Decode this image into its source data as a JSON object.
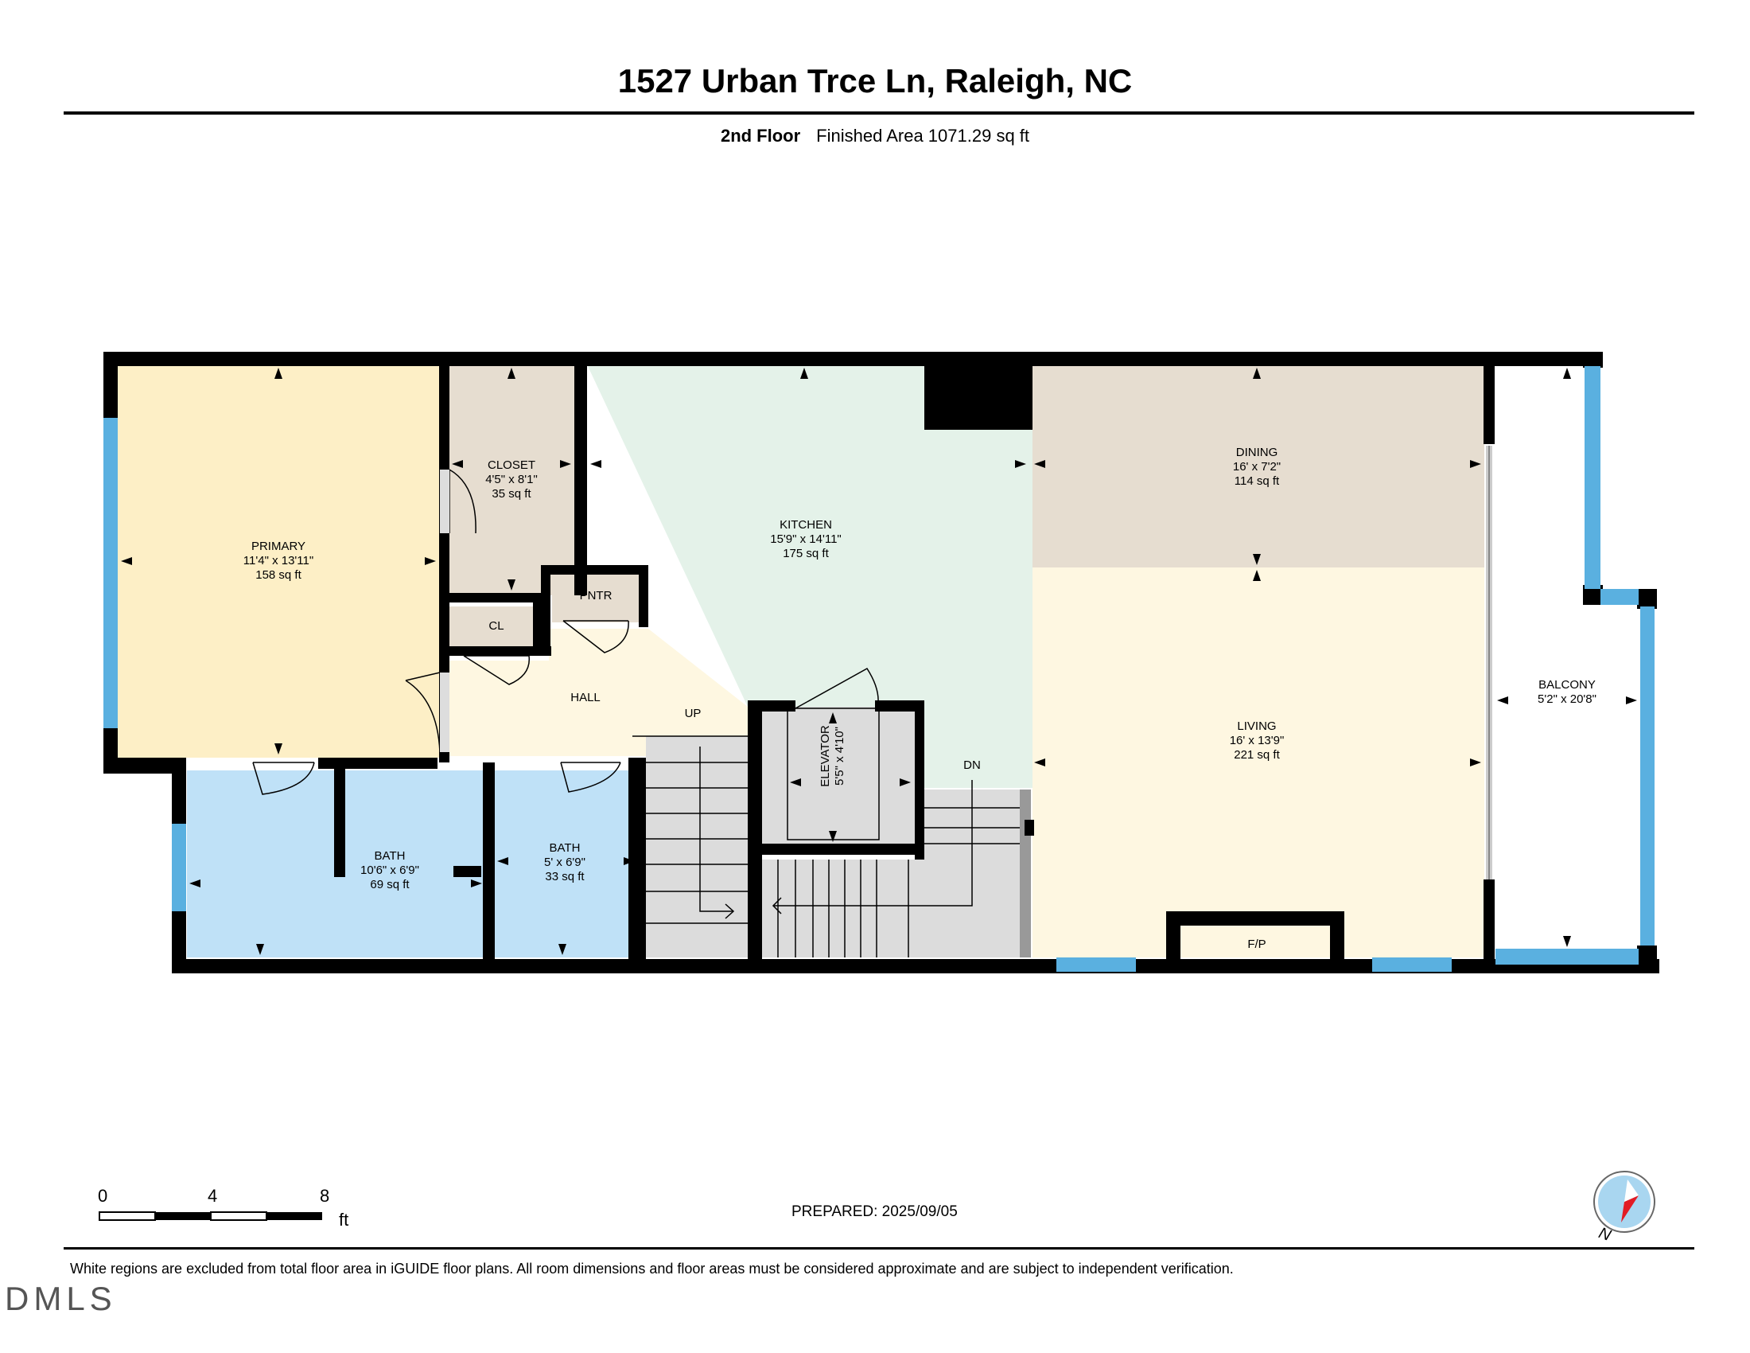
{
  "header": {
    "address": "1527 Urban Trce Ln, Raleigh, NC",
    "floor": "2nd Floor",
    "finished_area": "Finished Area 1071.29 sq ft"
  },
  "rooms": {
    "primary": {
      "name": "PRIMARY",
      "dims": "11'4\" x 13'11\"",
      "area": "158 sq ft"
    },
    "closet": {
      "name": "CLOSET",
      "dims": "4'5\" x 8'1\"",
      "area": "35 sq ft"
    },
    "kitchen": {
      "name": "KITCHEN",
      "dims": "15'9\" x 14'11\"",
      "area": "175 sq ft"
    },
    "dining": {
      "name": "DINING",
      "dims": "16' x 7'2\"",
      "area": "114 sq ft"
    },
    "living": {
      "name": "LIVING",
      "dims": "16' x 13'9\"",
      "area": "221 sq ft"
    },
    "balcony": {
      "name": "BALCONY",
      "dims": "5'2\" x 20'8\""
    },
    "bath1": {
      "name": "BATH",
      "dims": "10'6\" x 6'9\"",
      "area": "69 sq ft"
    },
    "bath2": {
      "name": "BATH",
      "dims": "5' x 6'9\"",
      "area": "33 sq ft"
    },
    "elevator": {
      "name": "ELEVATOR",
      "dims": "5'5\" x 4'10\""
    },
    "pantry": {
      "name": "PNTR"
    },
    "cl": {
      "name": "CL"
    },
    "hall": {
      "name": "HALL"
    },
    "fireplace": {
      "name": "F/P"
    }
  },
  "stairs": {
    "up": "UP",
    "down": "DN"
  },
  "scale_bar": {
    "t0": "0",
    "t4": "4",
    "t8": "8",
    "unit": "ft"
  },
  "prepared": "PREPARED: 2025/09/05",
  "compass": {
    "label": "N"
  },
  "disclaimer": "White regions are excluded from total floor area in iGUIDE floor plans. All room dimensions and floor areas must be considered approximate and are subject to independent verification.",
  "watermark": "DMLS",
  "colors": {
    "primary": "#fdefc6",
    "closet": "#e6ddd0",
    "kitchen": "#e4f2e9",
    "dining": "#e6ddd0",
    "living": "#fef7e1",
    "bath": "#bfe1f7",
    "hall": "#fef7e1",
    "stairs": "#dcdcdc",
    "window": "#5ab0e0",
    "wall": "#000000"
  }
}
